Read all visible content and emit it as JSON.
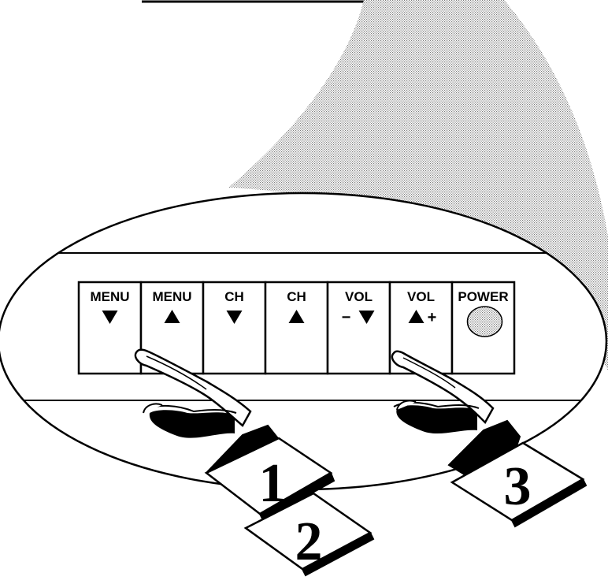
{
  "panel": {
    "buttons": [
      {
        "id": "menu-down",
        "label": "MENU",
        "arrow": "down",
        "sign": ""
      },
      {
        "id": "menu-up",
        "label": "MENU",
        "arrow": "up",
        "sign": ""
      },
      {
        "id": "ch-down",
        "label": "CH",
        "arrow": "down",
        "sign": ""
      },
      {
        "id": "ch-up",
        "label": "CH",
        "arrow": "up",
        "sign": ""
      },
      {
        "id": "vol-down",
        "label": "VOL",
        "arrow": "down",
        "sign": "−"
      },
      {
        "id": "vol-up",
        "label": "VOL",
        "arrow": "up",
        "sign": "+"
      },
      {
        "id": "power",
        "label": "POWER",
        "arrow": "none",
        "sign": ""
      }
    ]
  },
  "steps": {
    "one": "1",
    "two": "2",
    "three": "3"
  },
  "colors": {
    "ink": "#000000",
    "paper": "#ffffff",
    "shade": "#9a9a9a"
  }
}
